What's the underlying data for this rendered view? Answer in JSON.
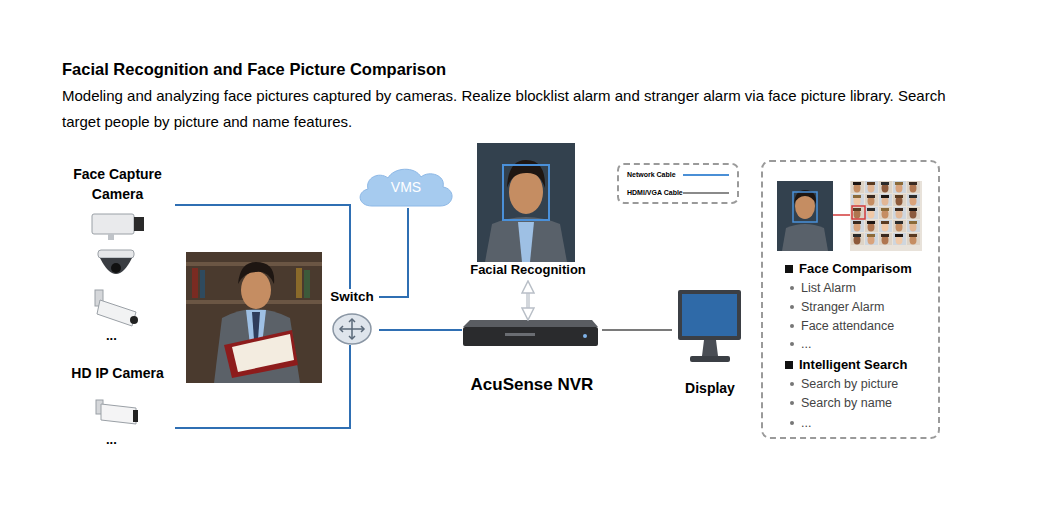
{
  "diagram": {
    "title": "Facial Recognition and Face Picture Comparison",
    "caption": "Modeling and analyzing face pictures captured by cameras. Realize blocklist alarm and stranger alarm via face picture library. Search target people by picture and name features.",
    "nodes": [
      {
        "text": [
          "Face Capture Camera",
          "..."
        ]
      },
      {
        "text": [
          "HD IP Camera",
          "..."
        ]
      },
      {
        "text": [
          "VMS"
        ]
      },
      {
        "text": [
          "Switch"
        ]
      },
      {
        "text": [
          "Facial Recognition"
        ]
      },
      {
        "text": [
          "AcuSense NVR"
        ]
      },
      {
        "text": [
          "Display"
        ]
      },
      {
        "text": [
          "Face Comparisom",
          "List Alarm",
          "Stranger Alarm",
          "Face attendance",
          "...",
          "Intelligent Search",
          "Search by picture",
          "Search by name",
          "..."
        ]
      }
    ],
    "edges": [
      {
        "from": 0,
        "to": 3,
        "arrow": "none"
      },
      {
        "from": 1,
        "to": 3,
        "arrow": "none"
      },
      {
        "from": 3,
        "to": 2,
        "arrow": "none"
      },
      {
        "from": 3,
        "to": 5,
        "arrow": "none"
      },
      {
        "from": 4,
        "to": 5,
        "arrow": "both"
      },
      {
        "from": 5,
        "to": 6,
        "arrow": "none"
      }
    ],
    "legend": [
      {
        "text": "Network Cable"
      },
      {
        "text": "HDMI/VGA Cable"
      }
    ]
  }
}
